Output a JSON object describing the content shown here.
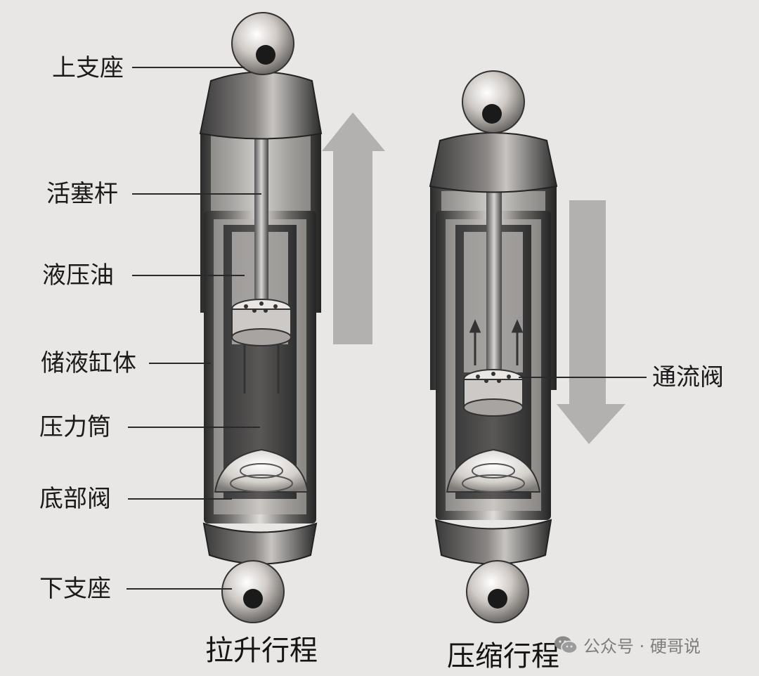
{
  "labels": {
    "upper_mount": "上支座",
    "piston_rod": "活塞杆",
    "hydraulic_oil": "液压油",
    "reservoir_cylinder": "储液缸体",
    "pressure_tube": "压力筒",
    "base_valve": "底部阀",
    "lower_mount": "下支座",
    "flow_valve": "通流阀"
  },
  "captions": {
    "extension_stroke": "拉升行程",
    "compression_stroke": "压缩行程"
  },
  "watermark": {
    "text": "公众号 · 硬哥说",
    "icon": "wechat-icon"
  },
  "colors": {
    "background": "#e9e7e5",
    "arrow": "#a9a7a6",
    "metal_dark": "#2e2e2e",
    "metal_light": "#d9d6d3"
  }
}
